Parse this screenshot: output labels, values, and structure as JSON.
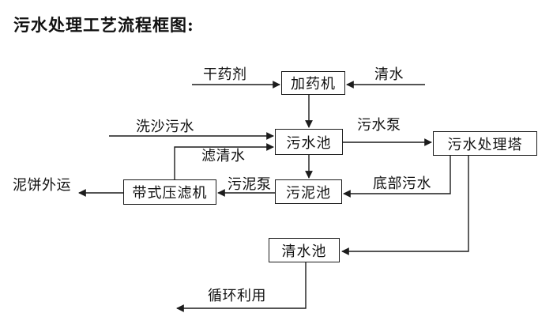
{
  "title": "污水处理工艺流程框图:",
  "diagram": {
    "type": "flowchart",
    "nodes": {
      "dosing_machine": "加药机",
      "sewage_pool": "污水池",
      "treatment_tower": "污水处理塔",
      "sludge_pool": "污泥池",
      "belt_filter_press": "带式压滤机",
      "clean_water_pool": "清水池"
    },
    "edges": {
      "dry_chemical": "干药剂",
      "clean_water": "清水",
      "sand_washing_sewage": "洗沙污水",
      "sewage_pump": "污水泵",
      "filtered_water": "滤清水",
      "sludge_pump": "污泥泵",
      "bottom_sewage": "底部污水",
      "mud_cake_out": "泥饼外运",
      "recycle_use": "循环利用"
    },
    "colors": {
      "line": "#1c1c1c",
      "text": "#000000",
      "background": "#ffffff"
    }
  }
}
